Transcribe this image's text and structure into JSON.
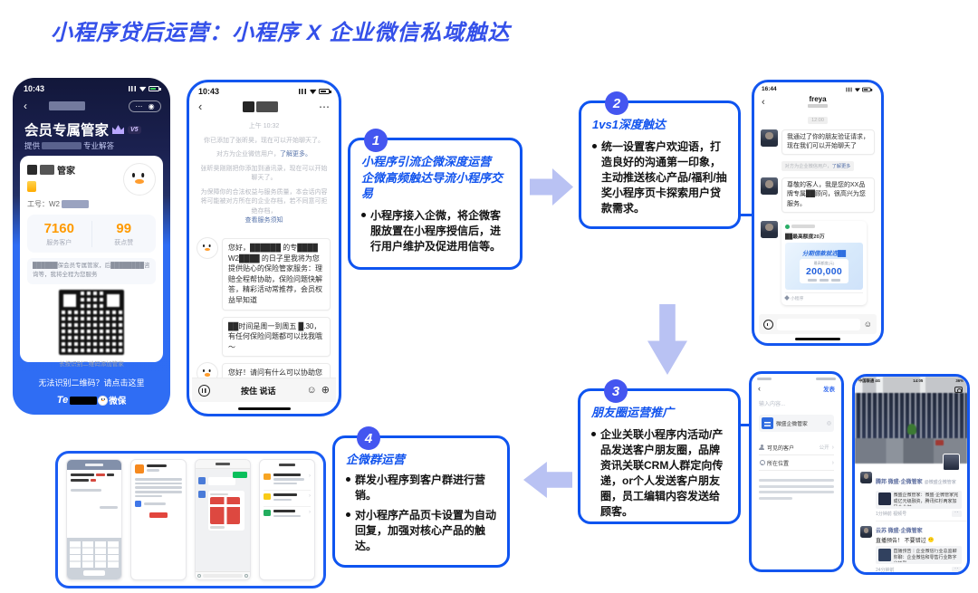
{
  "title": "小程序贷后运营：小程序 X 企业微信私域触达",
  "colors": {
    "accent_blue": "#0e54f0",
    "title_blue": "#3450e9",
    "arrow_periwinkle": "#b9c2f3",
    "badge_blue": "#4456f0",
    "stat_orange": "#ff9a00",
    "wechat_green": "#07c160",
    "gift_red": "#e2453d"
  },
  "icons": {
    "back": "‹",
    "more": "⋯",
    "smiley": "☺",
    "plus": "⊕",
    "chevron": "›",
    "gear": "◎",
    "record": "◉"
  },
  "step1": {
    "num": "1",
    "title1": "小程序引流企微深度运营",
    "title2": "企微高频触达导流小程序交易",
    "bullet1": "小程序接入企微，将企微客服放置在小程序授信后，进行用户维护及促进用信等。"
  },
  "step2": {
    "num": "2",
    "title": "1vs1深度触达",
    "bullet1": "统一设置客户欢迎语，打造良好的沟通第一印象，主动推送核心产品/福利/抽奖小程序页卡探索用户贷款需求。"
  },
  "step3": {
    "num": "3",
    "title": "朋友圈运营推广",
    "bullet1": "企业关联小程序内活动/产品发送客户朋友圈，品牌资讯关联CRM人群定向传递，or个人发送客户朋友圈，员工编辑内容发送给顾客。"
  },
  "step4": {
    "num": "4",
    "title": "企微群运营",
    "bullet1": "群发小程序到客户群进行营销。",
    "bullet2": "对小程序产品页卡设置为自动回复，加强对核心产品的触达。"
  },
  "phone1": {
    "time": "10:43",
    "header_title": "会员专属管家",
    "badge": "V5",
    "sub_prefix": "提供",
    "sub_suffix": "专业解答",
    "card_name": "管家",
    "staff_prefix": "工号：W2",
    "stat1_value": "7160",
    "stat1_label": "服务客户",
    "stat2_value": "99",
    "stat2_label": "获点赞",
    "notice": "██████保会员专属管家，后████████咨询等，我将全程为您服务",
    "qr_caption": "长按识别二维码添加管家",
    "link": "无法识别二维码？请点击这里",
    "brand_prefix": "Te",
    "brand_suffix": "微保"
  },
  "phone2": {
    "time": "10:43",
    "sys_time": "上午 10:32",
    "sys1": "你已添加了张昕昊，现在可以开始聊天了。",
    "sys2": "对方为企业微信用户，",
    "sys2_link": "了解更多。",
    "sys3": "张昕昊刚刚把你添加到通讯录，现在可以开始聊天了。",
    "sys4": "为保障你的合法权益与服务质量，本会话内容将可能被对方所在的企业存档，若不同意可拒绝存档，",
    "sys4_link": "查看服务须知",
    "msg1": "您好，██████ 的专████ W2████ 的日子里我将为您提供贴心的保险管家服务：理赔全程帮协助，保险问题快解答，精彩活动常推荐，会员权益早知道",
    "msg2": "██时间是周一到周五 █.30，有任何保险问题都可以找我哦～",
    "msg3": "您好！请问有什么可以协助您的！",
    "input_label": "按住 说话"
  },
  "phone3": {
    "time": "16:44",
    "contact": "freya",
    "time_pill": "12:00",
    "msg1": "我通过了你的朋友验证请求，现在我们可以开始聊天了",
    "sys": "对方为企业微信用户，",
    "sys_link": "了解更多",
    "msg2": "尊敬的客人，我是您的XX品牌专属██顾问，很高兴为您服务。",
    "card_line": "██最高额度20万",
    "card_title": "分期借款就选██",
    "card_label": "最高额度(元)",
    "card_amount": "200,000",
    "card_footer": "小程序"
  },
  "phone4": {
    "publish": "发表",
    "placeholder": "输入内容...",
    "attachment": "微盛企微管家",
    "row1_label": "可见的客户",
    "row1_value": "公开",
    "row2_label": "所在位置"
  },
  "phone5": {
    "carrier": "中国联通 4G",
    "time": "14:05",
    "battery": "36%",
    "post1_name": "腾邦 微盛·企微管家",
    "post1_mention": "@微盛企微管家",
    "post1_card": "微盛企微管家：微盛·企微管家完成亿元级融资，腾讯红杉两家加码企业微…",
    "post1_meta": "1分钟前  视频号",
    "post2_name": "云苏 微盛·企微管家",
    "post2_text": "直播预告！ 不要错过",
    "post2_card": "直播预告｜企业微信行业总监聊你聊：企业微信和零售行业数字化转型…",
    "post2_meta": "24分钟前"
  }
}
